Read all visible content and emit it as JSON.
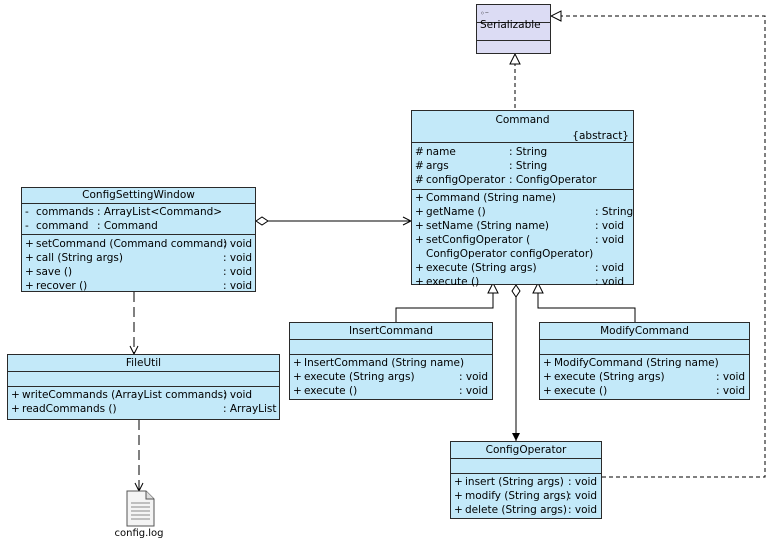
{
  "serializable": {
    "name": "Serializable"
  },
  "command": {
    "name": "Command",
    "stereotype": "{abstract}",
    "attributes": [
      {
        "vis": "#",
        "name": "name",
        "type": ": String"
      },
      {
        "vis": "#",
        "name": "args",
        "type": ": String"
      },
      {
        "vis": "#",
        "name": "configOperator",
        "type": ": ConfigOperator"
      }
    ],
    "methods": [
      {
        "vis": "+",
        "name": "Command (String name)",
        "type": ""
      },
      {
        "vis": "+",
        "name": "getName ()",
        "type": ": String"
      },
      {
        "vis": "+",
        "name": "setName (String name)",
        "type": ": void"
      },
      {
        "vis": "+",
        "name": "setConfigOperator (",
        "type": ": void"
      },
      {
        "vis": "",
        "name": "ConfigOperator configOperator)",
        "type": ""
      },
      {
        "vis": "+",
        "name": "execute (String args)",
        "type": ": void"
      },
      {
        "vis": "+",
        "name": "execute ()",
        "type": ": void"
      }
    ]
  },
  "config_setting_window": {
    "name": "ConfigSettingWindow",
    "attributes": [
      {
        "vis": "-",
        "name": "commands",
        "type": ": ArrayList<Command>"
      },
      {
        "vis": "-",
        "name": "command",
        "type": ": Command"
      }
    ],
    "methods": [
      {
        "vis": "+",
        "name": "setCommand (Command command)",
        "type": ": void"
      },
      {
        "vis": "+",
        "name": "call (String args)",
        "type": ": void"
      },
      {
        "vis": "+",
        "name": "save ()",
        "type": ": void"
      },
      {
        "vis": "+",
        "name": "recover ()",
        "type": ": void"
      }
    ]
  },
  "file_util": {
    "name": "FileUtil",
    "methods": [
      {
        "vis": "+",
        "name": "writeCommands (ArrayList commands)",
        "type": ": void"
      },
      {
        "vis": "+",
        "name": "readCommands ()",
        "type": ": ArrayList"
      }
    ]
  },
  "insert_command": {
    "name": "InsertCommand",
    "methods": [
      {
        "vis": "+",
        "name": "InsertCommand (String name)",
        "type": ""
      },
      {
        "vis": "+",
        "name": "execute (String args)",
        "type": ": void"
      },
      {
        "vis": "+",
        "name": "execute ()",
        "type": ": void"
      }
    ]
  },
  "modify_command": {
    "name": "ModifyCommand",
    "methods": [
      {
        "vis": "+",
        "name": "ModifyCommand (String name)",
        "type": ""
      },
      {
        "vis": "+",
        "name": "execute (String args)",
        "type": ": void"
      },
      {
        "vis": "+",
        "name": "execute ()",
        "type": ": void"
      }
    ]
  },
  "config_operator": {
    "name": "ConfigOperator",
    "methods": [
      {
        "vis": "+",
        "name": "insert (String args)",
        "type": ": void"
      },
      {
        "vis": "+",
        "name": "modify (String args)",
        "type": ": void"
      },
      {
        "vis": "+",
        "name": "delete (String args)",
        "type": ": void"
      }
    ]
  },
  "file": {
    "name": "config.log",
    "icon": "document-icon"
  },
  "colors": {
    "class_fill": "#c3e9f9",
    "interface_fill": "#dcdcf4",
    "border": "#2a2a2a"
  }
}
